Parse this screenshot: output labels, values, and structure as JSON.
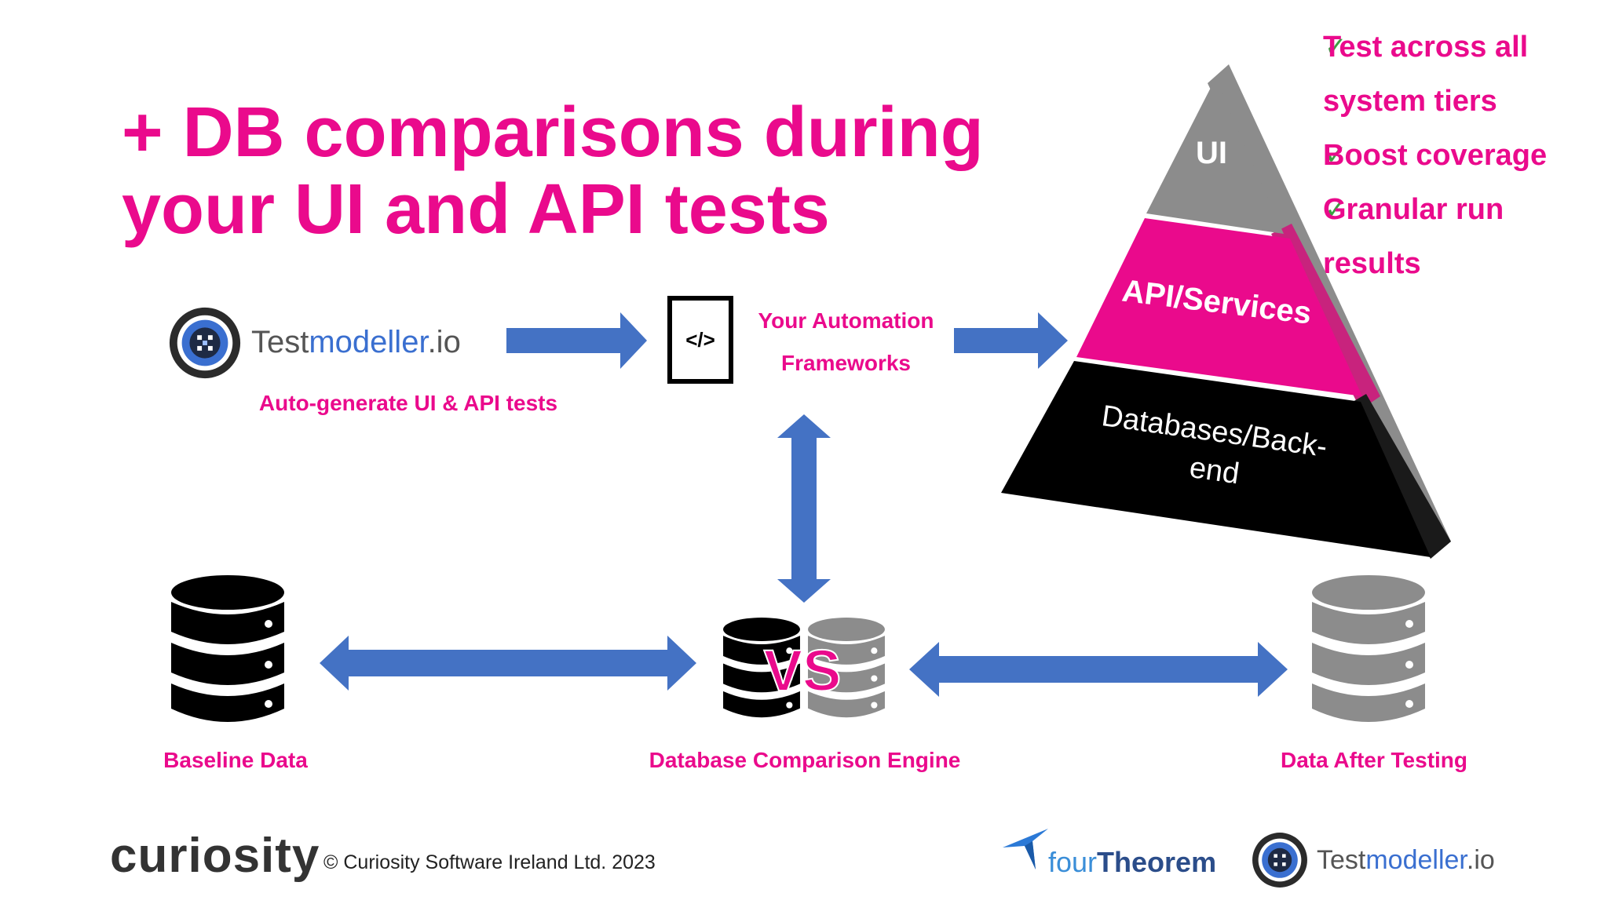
{
  "title": {
    "line1": "+ DB comparisons during",
    "line2": "your UI and API tests"
  },
  "benefits": [
    "Test across all",
    "system tiers",
    "Boost coverage",
    "Granular run",
    "results"
  ],
  "check_glyph": "✓",
  "pyramid": {
    "top": "UI",
    "middle": "API/Services",
    "bottom_line1": "Databases/Back-",
    "bottom_line2": "end"
  },
  "testmodeller": {
    "part1": "Test",
    "part2": "modeller",
    "part3": ".io",
    "caption": "Auto-generate UI & API tests"
  },
  "automation": {
    "code_glyph": "</>",
    "line1": "Your Automation",
    "line2": "Frameworks"
  },
  "databases": {
    "baseline": "Baseline Data",
    "engine": "Database Comparison Engine",
    "after": "Data After Testing",
    "vs": "VS"
  },
  "footer": {
    "curiosity": "curiosity",
    "copyright": "© Curiosity Software Ireland Ltd. 2023",
    "fourtheorem_1": "four",
    "fourtheorem_2": "Theorem"
  },
  "colors": {
    "pink": "#ea0a8c",
    "arrow_blue": "#4472c4",
    "check_green": "#3aa141",
    "pyramid_gray": "#8c8c8c",
    "black": "#000000"
  }
}
